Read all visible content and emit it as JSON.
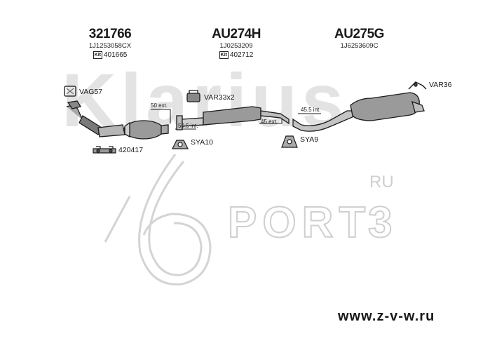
{
  "groups": [
    {
      "part_no": "321766",
      "oem": "1J1253058CX",
      "kit_prefix": "Kit",
      "kit_no": "401665"
    },
    {
      "part_no": "AU274H",
      "oem": "1J0253209",
      "kit_prefix": "Kit",
      "kit_no": "402712"
    },
    {
      "part_no": "AU275G",
      "oem": "1J6253609C"
    }
  ],
  "labels": {
    "vag57": "VAG57",
    "var33": "VAR33x2",
    "var36": "VAR36",
    "sya10": "SYA10",
    "sya9": "SYA9",
    "p420417": "420417"
  },
  "dimensions": {
    "d50ext": "50 ext.",
    "d505int": "50.5 int.",
    "d45ext": "45 ext.",
    "d455int": "45.5 int."
  },
  "watermarks": {
    "klarius": "Klarius",
    "port": "PORT",
    "port3": "3",
    "ru": "RU"
  },
  "footer": {
    "url": "www.z-v-w.ru"
  },
  "colors": {
    "line": "#1a1a1a",
    "watermark": "#d9d9d9",
    "part_fill": "#9a9a9a"
  }
}
